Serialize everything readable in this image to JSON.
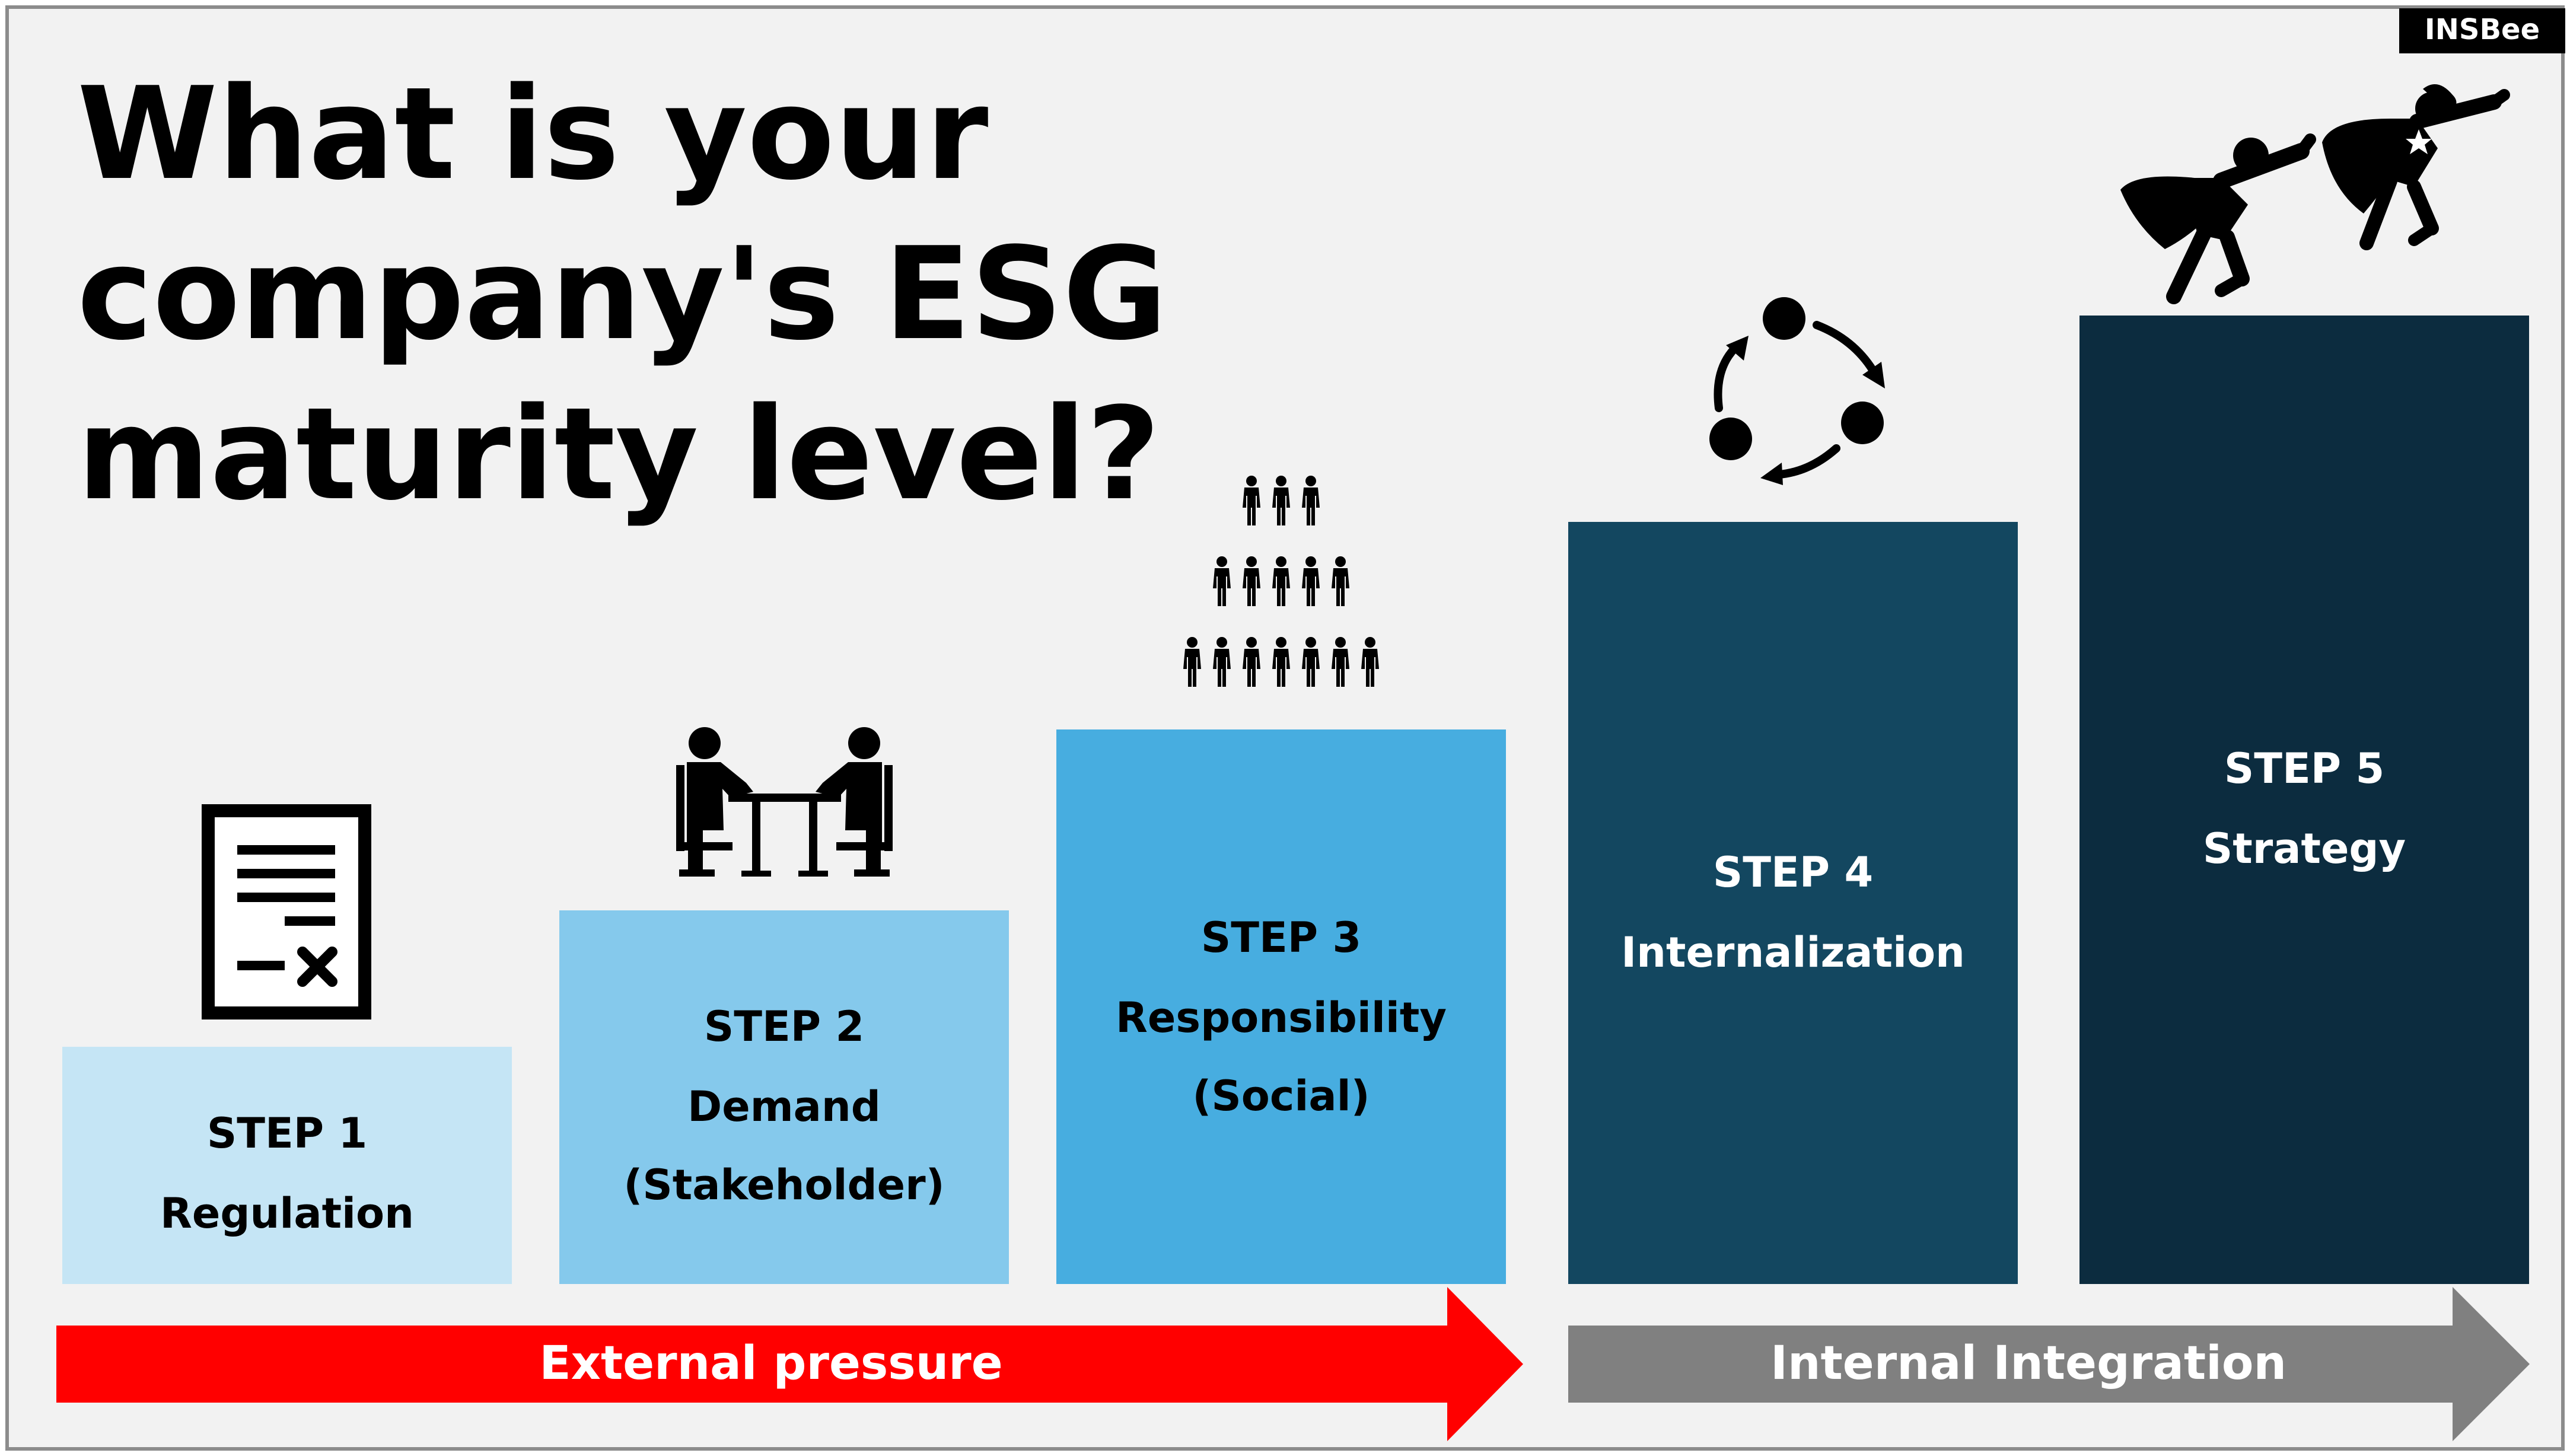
{
  "title_lines": [
    "What is your",
    "company's ESG",
    "maturity level?"
  ],
  "brand": "INSBee",
  "steps": [
    {
      "step": "STEP 1",
      "label": "Regulation",
      "sublabel": "",
      "color": "#c5e5f5",
      "icon": "document-with-signature-icon"
    },
    {
      "step": "STEP 2",
      "label": "Demand",
      "sublabel": "(Stakeholder)",
      "color": "#85c9ec",
      "icon": "meeting-people-at-table-icon"
    },
    {
      "step": "STEP 3",
      "label": "Responsibility",
      "sublabel": "(Social)",
      "color": "#47ade0",
      "icon": "people-pyramid-icon"
    },
    {
      "step": "STEP 4",
      "label": "Internalization",
      "sublabel": "",
      "color": "#134760",
      "icon": "cycle-arrows-icon"
    },
    {
      "step": "STEP 5",
      "label": "Strategy",
      "sublabel": "",
      "color": "#0c2c3f",
      "icon": "flying-superheroes-icon"
    }
  ],
  "arrows": {
    "external": {
      "label": "External pressure",
      "color": "#ff0000"
    },
    "internal": {
      "label": "Internal Integration",
      "color": "#808080"
    }
  }
}
